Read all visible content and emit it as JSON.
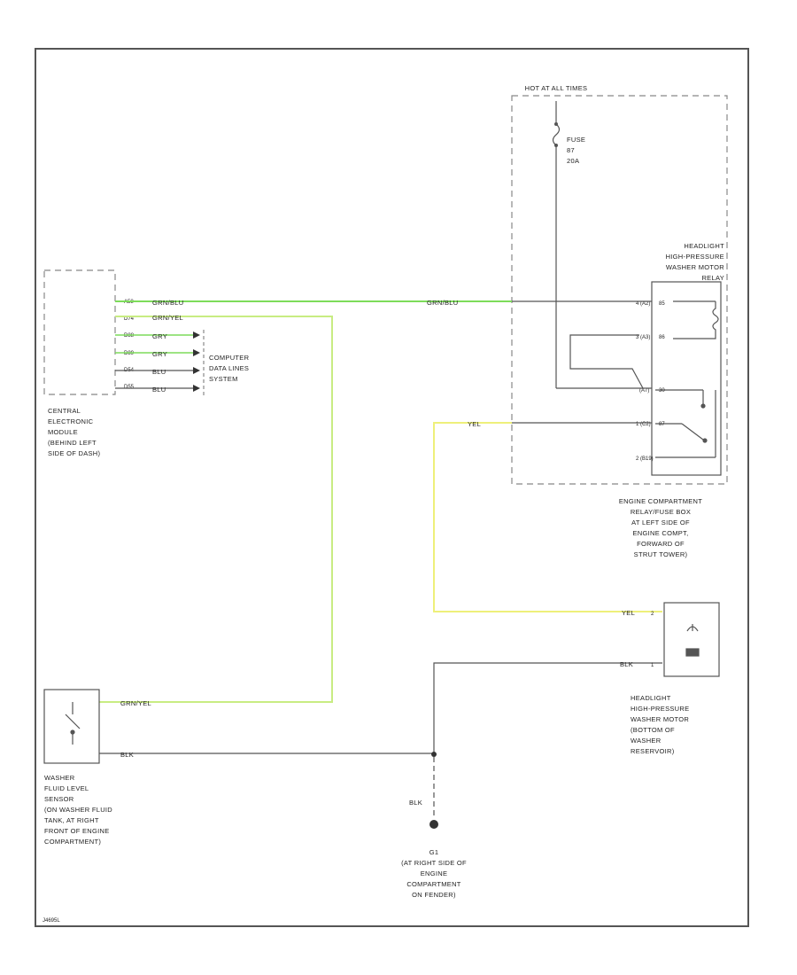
{
  "hot_at": "HOT AT ALL TIMES",
  "fuse": [
    "FUSE",
    "87",
    "20A"
  ],
  "relay_label": [
    "HEADLIGHT",
    "HIGH-PRESSURE",
    "WASHER MOTOR",
    "RELAY"
  ],
  "relay_box": [
    "ENGINE COMPARTMENT",
    "RELAY/FUSE BOX",
    "AT LEFT SIDE OF",
    "ENGINE COMPT,",
    "FORWARD OF",
    "STRUT TOWER)"
  ],
  "cem": [
    "CENTRAL",
    "ELECTRONIC",
    "MODULE",
    "(BEHIND LEFT",
    "SIDE OF DASH)"
  ],
  "cem_pins": [
    "A58",
    "D74",
    "D88",
    "D89",
    "D54",
    "D55"
  ],
  "cem_wires": [
    "GRN/BLU",
    "GRN/YEL",
    "GRY",
    "GRY",
    "BLU",
    "BLU"
  ],
  "data_lines": [
    "COMPUTER",
    "DATA LINES",
    "SYSTEM"
  ],
  "relay_pins": [
    "85",
    "86",
    "30",
    "87"
  ],
  "relay_pin_labels": [
    "4 (A2)",
    "3 (A3)",
    "(A7)",
    "1 (C2)",
    "2 (B19)"
  ],
  "wire_grn_blu_right": "GRN/BLU",
  "wire_yel": "YEL",
  "wire_yel_motor": "YEL",
  "wire_blk_motor": "BLK",
  "motor_pins": [
    "2",
    "1"
  ],
  "motor_label": [
    "HEADLIGHT",
    "HIGH-PRESSURE",
    "WASHER MOTOR",
    "(BOTTOM OF",
    "WASHER",
    "RESERVOIR)"
  ],
  "sensor_wire": "GRN/YEL",
  "sensor_blk": "BLK",
  "sensor_label": [
    "WASHER",
    "FLUID LEVEL",
    "SENSOR",
    "(ON WASHER FLUID",
    "TANK, AT RIGHT",
    "FRONT OF ENGINE",
    "COMPARTMENT)"
  ],
  "ground_wire": "BLK",
  "ground_label": [
    "G1",
    "(AT RIGHT SIDE OF",
    "ENGINE",
    "COMPARTMENT",
    "ON FENDER)"
  ],
  "footer_code": "J4695L",
  "colors": {
    "grn_blu": "#7ddc5a",
    "grn_yel": "#c8ec82",
    "yel": "#eef07a",
    "wire": "#555555"
  }
}
